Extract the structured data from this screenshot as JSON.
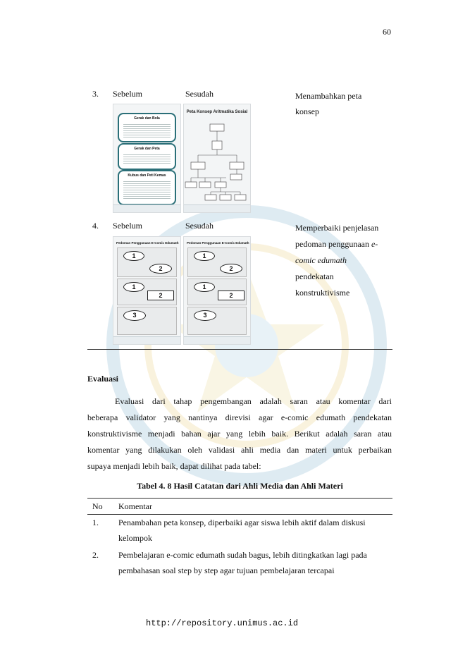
{
  "page_number": "60",
  "table_rows": [
    {
      "no": "3.",
      "before_label": "Sebelum",
      "after_label": "Sesudah",
      "description": "Menambahkan peta konsep",
      "before_card_titles": [
        "Gerak dan Bola",
        "Gerak dan Peta",
        "Kubus dan Peti Kemas"
      ],
      "after_title": "Peta Konsep Aritmatika Sosial"
    },
    {
      "no": "4.",
      "before_label": "Sebelum",
      "after_label": "Sesudah",
      "description_line1": "Memperbaiki penjelasan",
      "description_line2_a": "pedoman penggunaan ",
      "description_line2_b": "e-",
      "description_line3": "comic edumath",
      "description_line4": "pendekatan",
      "description_line5": "konstruktivisme",
      "before_header": "Pedoman Penggunaan E-Comic Edumath",
      "after_header": "Pedoman Penggunaan E-Comic Edumath",
      "bubble_numbers": [
        "1",
        "2",
        "1",
        "2",
        "3"
      ]
    }
  ],
  "section_title": "Evaluasi",
  "paragraph": [
    "Evaluasi dari tahap pengembangan adalah saran atau komentar dari",
    "beberapa validator yang nantinya direvisi agar e-comic edumath pendekatan",
    "konstruktivisme menjadi bahan ajar yang lebih baik. Berikut adalah saran atau",
    "komentar yang dilakukan oleh validasi ahli media dan materi untuk perbaikan",
    "supaya menjadi lebih baik, dapat dilihat pada tabel:"
  ],
  "table_caption": "Tabel 4. 8 Hasil Catatan dari Ahli Media dan Ahli Materi",
  "comments_table": {
    "headers": [
      "No",
      "Komentar"
    ],
    "rows": [
      {
        "no": "1.",
        "line1": "Penambahan peta konsep, diperbaiki agar siswa lebih aktif dalam diskusi",
        "line2": "kelompok"
      },
      {
        "no": "2.",
        "line1": "Pembelajaran e-comic edumath sudah bagus, lebih ditingkatkan lagi pada",
        "line2": "pembahasan soal step by step agar tujuan pembelajaran tercapai"
      }
    ]
  },
  "footer_url": "http://repository.unimus.ac.id",
  "colors": {
    "card_border": "#2a6f78",
    "watermark": "#6fa8c8",
    "text": "#111111"
  }
}
